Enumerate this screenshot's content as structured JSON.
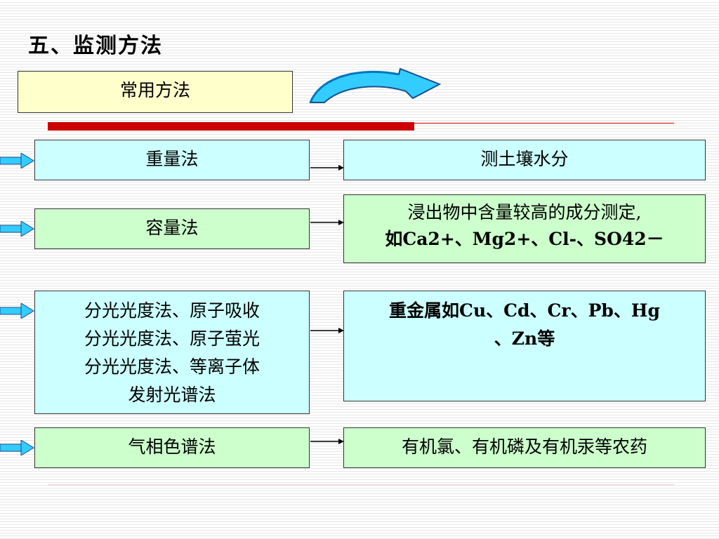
{
  "title": "五、监测方法",
  "common_methods_label": "常用方法",
  "rows": [
    {
      "method": "重量法",
      "target": "测土壤水分"
    },
    {
      "method": "容量法",
      "target_line1": "浸出物中含量较高的成分测定,",
      "target_line2": "如Ca2+、Mg2+、Cl-、SO42－"
    },
    {
      "method_lines": [
        "分光光度法、原子吸收",
        "分光光度法、原子萤光",
        "分光光度法、等离子体",
        "发射光谱法"
      ],
      "target_line1": "重金属如Cu、Cd、Cr、Pb、Hg",
      "target_line2": "、Zn等"
    },
    {
      "method": "气相色谱法",
      "target": "有机氯、有机磷及有机汞等农药"
    }
  ],
  "colors": {
    "common_box": "#ffffcc",
    "method_box": "#ccffff",
    "green_box": "#ccffcc",
    "red_bar": "#cc0000",
    "arrow_fill": "#33ccff"
  },
  "icons": [
    "curved-arrow-icon",
    "side-arrow-icon",
    "connector-arrow-icon"
  ]
}
